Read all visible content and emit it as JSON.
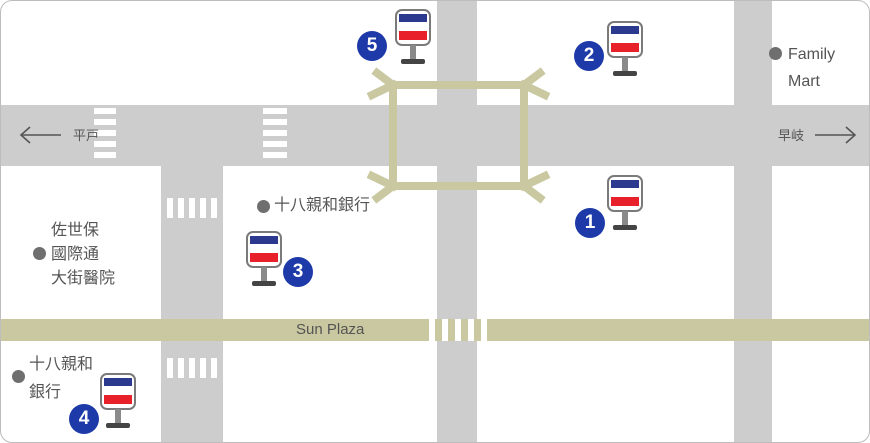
{
  "directions": {
    "west": "平戸",
    "east": "早岐"
  },
  "street": {
    "name": "Sun Plaza"
  },
  "landmarks": {
    "family_mart": [
      "Family",
      "Mart"
    ],
    "bank_main": "十八親和銀行",
    "city_hospital": [
      "佐世保",
      "國際通",
      "大街醫院"
    ],
    "bank_branch": [
      "十八親和",
      "銀行"
    ]
  },
  "stops": [
    {
      "number": "1"
    },
    {
      "number": "2"
    },
    {
      "number": "3"
    },
    {
      "number": "4"
    },
    {
      "number": "5"
    }
  ],
  "colors": {
    "road": "#cdcdcd",
    "green_street": "#c9c8a0",
    "badge": "#1d3aa8",
    "sign_red": "#e8202a",
    "sign_blue": "#2b3a8f"
  }
}
